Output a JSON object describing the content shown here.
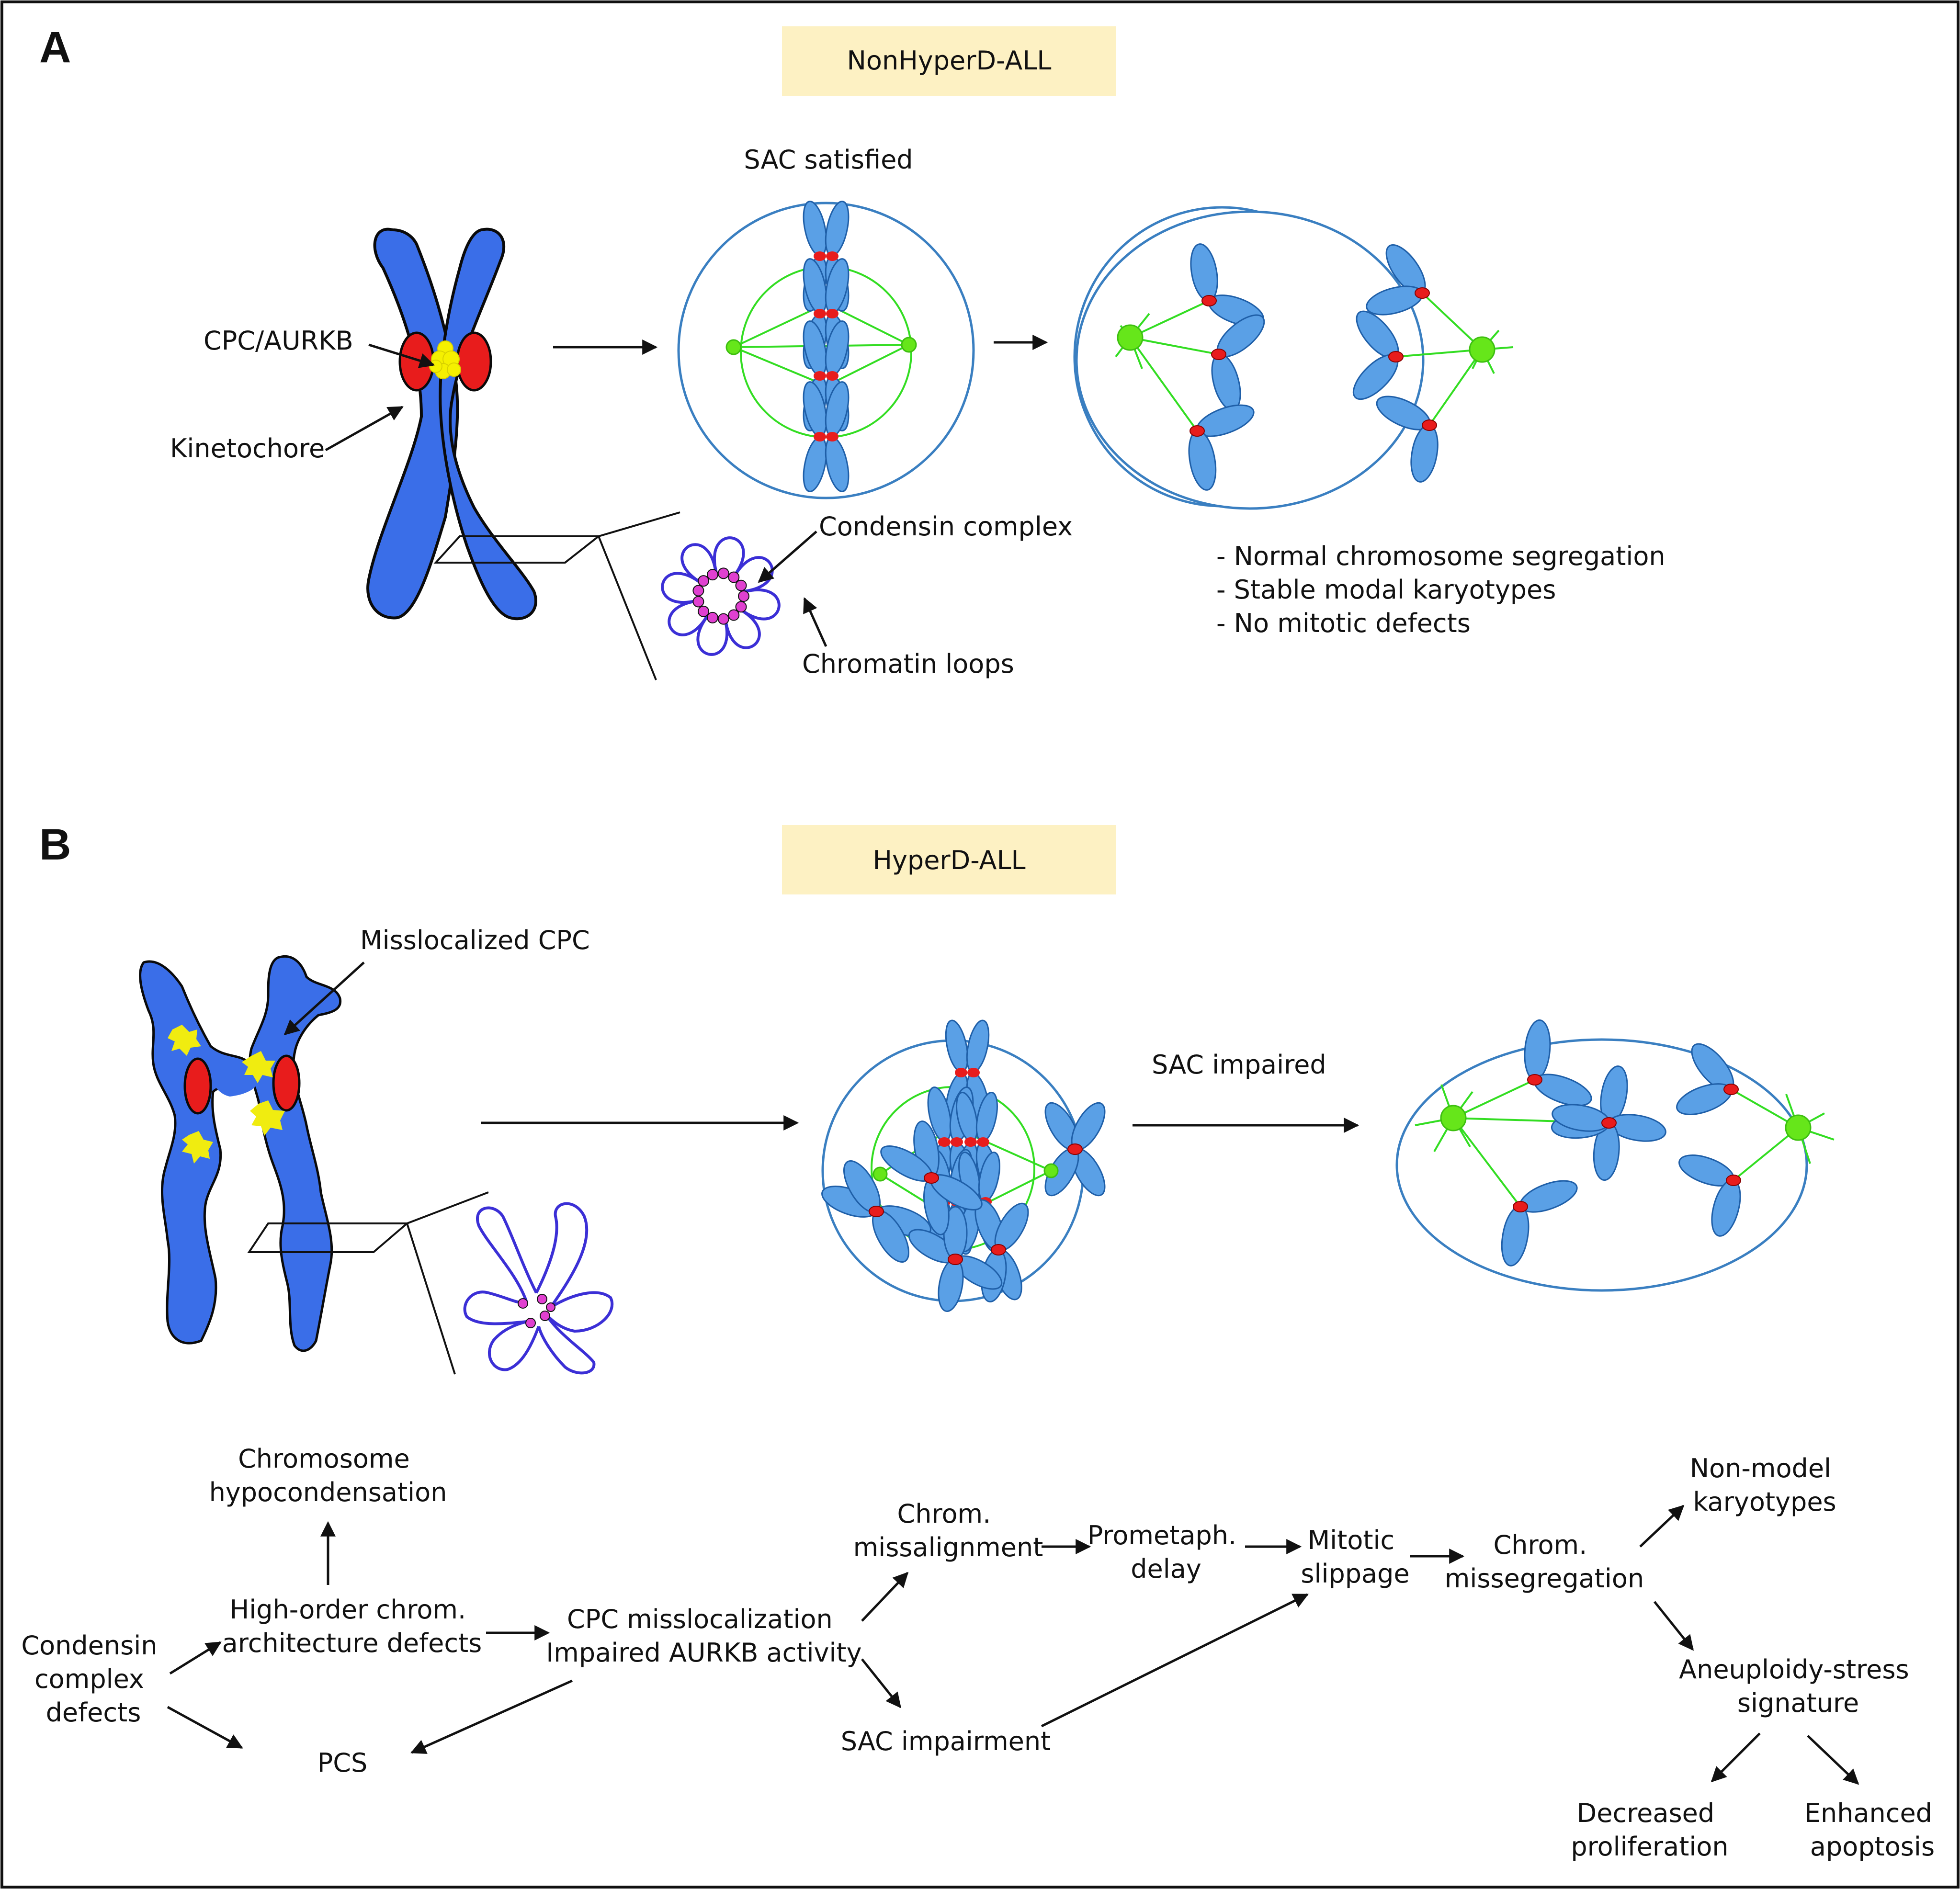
{
  "panel_a": {
    "letter": "A",
    "banner": "NonHyperD-ALL",
    "sac_state": "SAC satisfied",
    "labels": {
      "cpc": "CPC/AURKB",
      "kinetochore": "Kinetochore",
      "condensin": "Condensin complex",
      "loops": "Chromatin loops"
    },
    "outcomes": [
      "- Normal chromosome segregation",
      "- Stable modal karyotypes",
      "- No mitotic defects"
    ]
  },
  "panel_b": {
    "letter": "B",
    "banner": "HyperD-ALL",
    "labels": {
      "mislocalized": "Misslocalized CPC",
      "sac_state": "SAC impaired"
    },
    "flow": {
      "condensin_defects": [
        "Condensin",
        "complex",
        "defects"
      ],
      "hypocondensation": [
        "Chromosome",
        "hypocondensation"
      ],
      "architecture": [
        "High-order chrom.",
        "architecture defects"
      ],
      "pcs": "PCS",
      "cpc": [
        "CPC misslocalization",
        "Impaired AURKB activity"
      ],
      "missalignment": [
        "Chrom.",
        "missalignment"
      ],
      "sac_impairment": "SAC impairment",
      "delay": [
        "Prometaph.",
        "delay"
      ],
      "slippage": [
        "Mitotic",
        "slippage"
      ],
      "missegregation": [
        "Chrom.",
        "missegregation"
      ],
      "non_model": [
        "Non-model",
        "karyotypes"
      ],
      "aneuploidy": [
        "Aneuploidy-stress",
        "signature"
      ],
      "proliferation": [
        "Decreased",
        "proliferation"
      ],
      "apoptosis": [
        "Enhanced",
        "apoptosis"
      ]
    }
  },
  "colors": {
    "banner": "#fdf1c3",
    "chromosome": "#3a6ee8",
    "mini_chromosome": "#5aa0e6",
    "kinetochore": "#e81c1c",
    "cpc": "#f5f000",
    "spindle": "#33dd22",
    "pole": "#66e61a",
    "cell_outline": "#3a7fc1",
    "loops": "#3b2fd6",
    "condensin": "#e040d0",
    "frame": "#111111"
  }
}
